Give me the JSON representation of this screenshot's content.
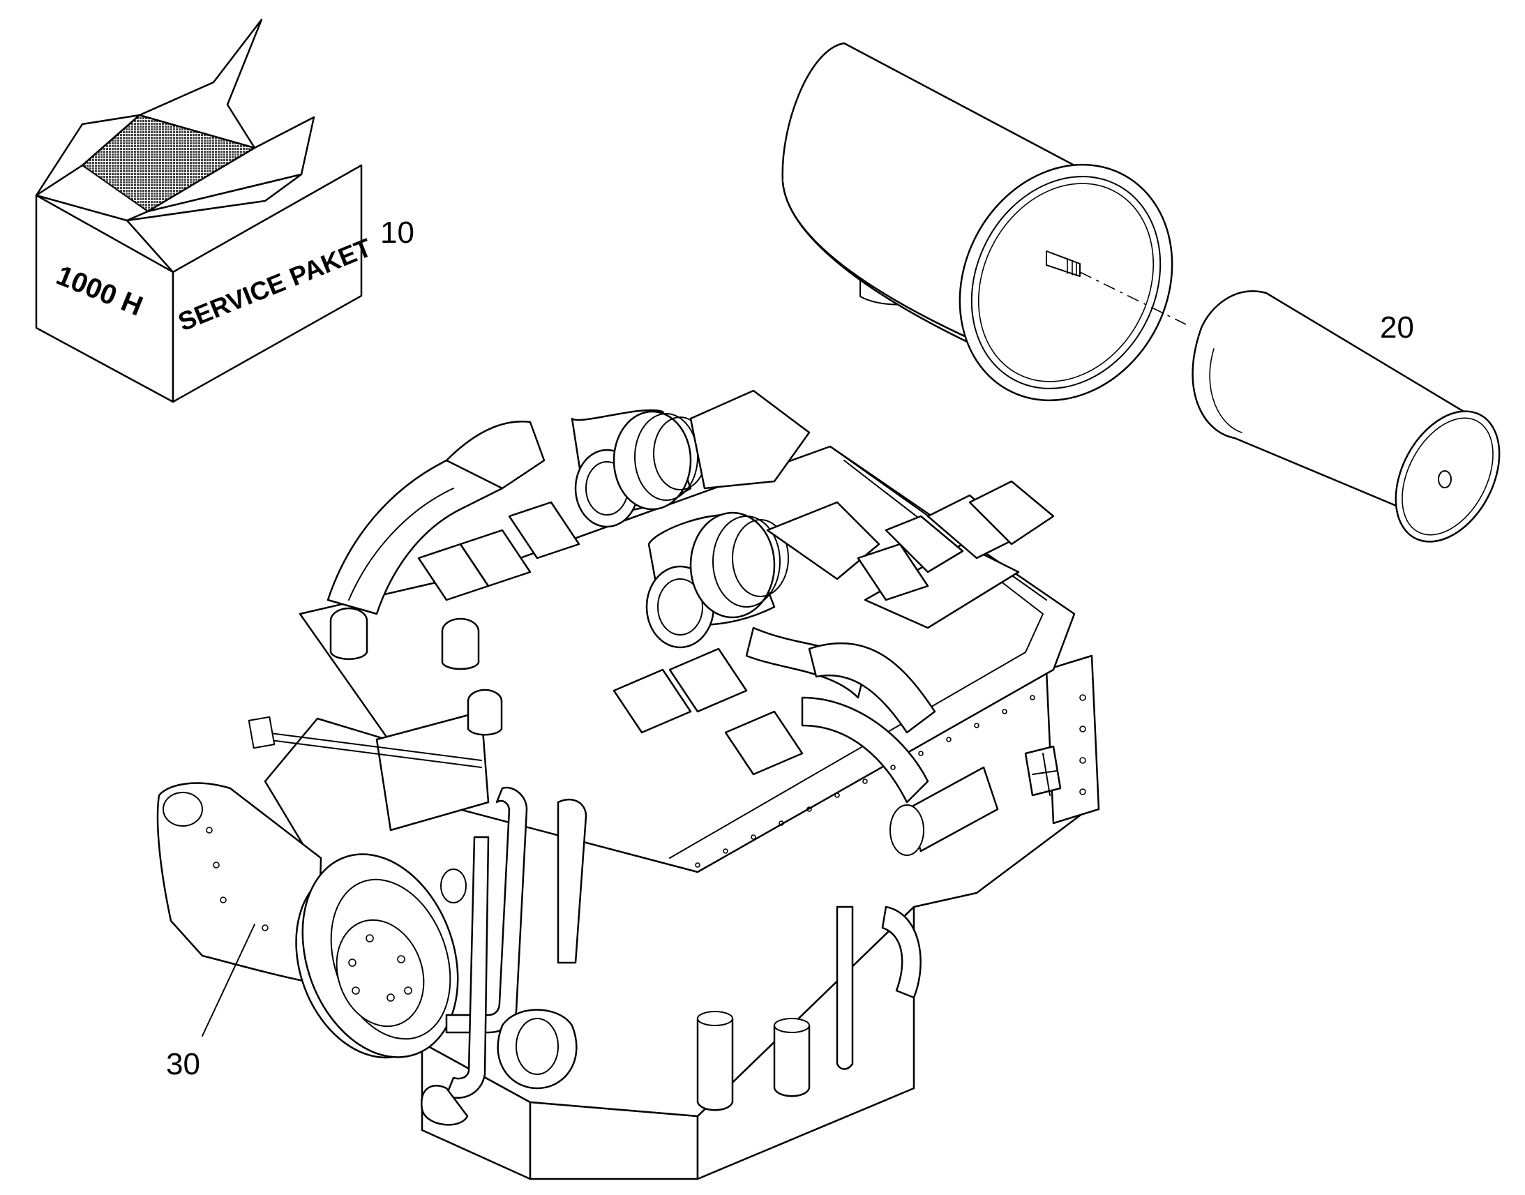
{
  "callouts": {
    "box": "10",
    "filter": "20",
    "engine": "30"
  },
  "box_text": {
    "hours": "1000 H",
    "label": "SERVICE PAKET"
  },
  "colors": {
    "line": "#000000",
    "background": "#ffffff",
    "box_fill": "#555555"
  }
}
